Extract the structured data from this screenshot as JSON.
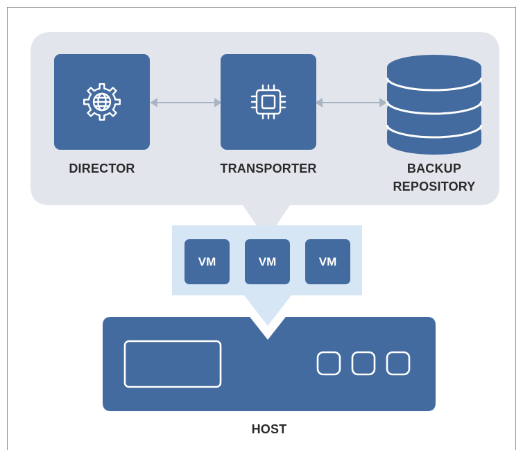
{
  "components": {
    "director": {
      "label": "DIRECTOR",
      "icon": "gear-globe-icon"
    },
    "transporter": {
      "label": "TRANSPORTER",
      "icon": "cpu-chip-icon"
    },
    "repository": {
      "label_line1": "BACKUP",
      "label_line2": "REPOSITORY",
      "icon": "database-icon"
    }
  },
  "vms": [
    "VM",
    "VM",
    "VM"
  ],
  "host": {
    "label": "HOST"
  },
  "colors": {
    "primary": "#436b9f",
    "panel": "#e2e6ec",
    "vm_panel": "#d7e6f5",
    "arrow": "#a9b5c5",
    "text": "#2a2a2a"
  }
}
